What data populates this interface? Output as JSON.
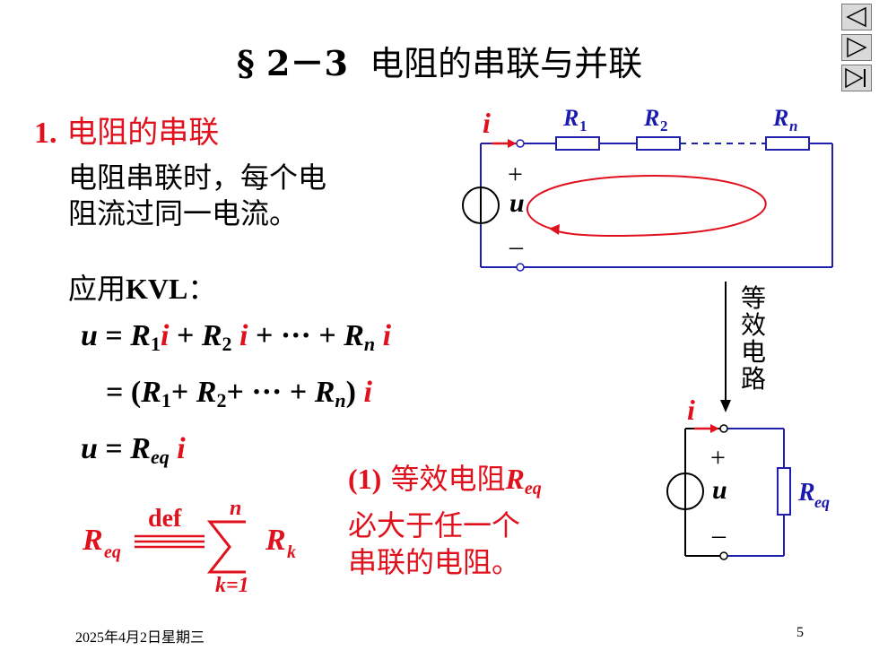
{
  "title": {
    "symbol": "§ 2－3",
    "text": "电阻的串联与并联"
  },
  "heading": {
    "number": "1.",
    "text": "电阻的串联"
  },
  "intro": {
    "line1": "电阻串联时，每个电",
    "line2": "阻流过同一电流。"
  },
  "kvl": {
    "prefix": "应用",
    "bold": "KVL",
    "suffix": "："
  },
  "equations": {
    "eq1": {
      "u": "u",
      "eq": " = ",
      "R1": "R",
      "s1": "1",
      "i1": "i",
      "plus1": " + ",
      "R2": "R",
      "s2": "2",
      "i2": " i",
      "plus2": " + ··· + ",
      "Rn": "R",
      "sn": "n",
      "in": " i"
    },
    "eq2": {
      "start": "= (",
      "R1": "R",
      "s1": "1",
      "plus1": "+ ",
      "R2": "R",
      "s2": "2",
      "plus2": "+ ··· + ",
      "Rn": "R",
      "sn": "n",
      "close": ")",
      "i": " i"
    },
    "eq3": {
      "u": "u",
      "eq": " = ",
      "R": "R",
      "sub": "eq",
      "i": " i"
    },
    "def": {
      "R": "R",
      "sub": "eq",
      "def": "def",
      "n": "n",
      "k": "k",
      "k_eq_1": "k=1",
      "sum_R": "R"
    }
  },
  "note": {
    "num": "(1)",
    "line1": " 等效电阻",
    "R": "R",
    "sub": "eq",
    "line2": "必大于任一个",
    "line3": "串联的电阻。"
  },
  "circuit_top": {
    "current": "i",
    "r1": "R",
    "r1_sub": "1",
    "r2": "R",
    "r2_sub": "2",
    "rn": "R",
    "rn_sub": "n",
    "plus": "+",
    "u": "u",
    "minus": "–"
  },
  "arrow_label": [
    "等",
    "效",
    "电",
    "路"
  ],
  "circuit_bottom": {
    "current": "i",
    "plus": "+",
    "u": "u",
    "minus": "–",
    "req": "R",
    "req_sub": "eq"
  },
  "footer": {
    "date": "2025年4月2日星期三",
    "page": "5"
  },
  "colors": {
    "red": "#e0101c",
    "wire": "#2020b0",
    "label": "#1a1ab0"
  },
  "nav": {
    "prev_icon": "triangle-left-icon",
    "next_icon": "triangle-right-icon",
    "end_icon": "skip-end-icon"
  }
}
